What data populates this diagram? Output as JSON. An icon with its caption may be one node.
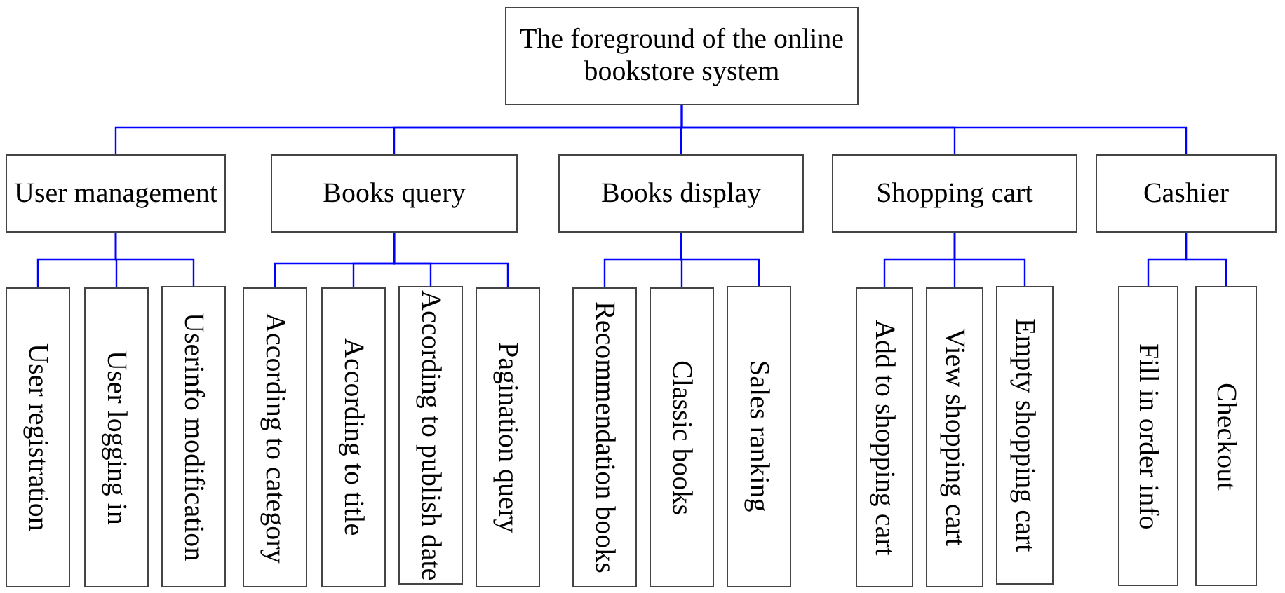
{
  "diagram": {
    "nodes": [
      {
        "text": [
          "The foreground of the online bookstore system"
        ]
      },
      {
        "text": [
          "User management"
        ]
      },
      {
        "text": [
          "Books query"
        ]
      },
      {
        "text": [
          "Books display"
        ]
      },
      {
        "text": [
          "Shopping cart"
        ]
      },
      {
        "text": [
          "Cashier"
        ]
      },
      {
        "text": [
          "User registration"
        ]
      },
      {
        "text": [
          "User logging in"
        ]
      },
      {
        "text": [
          "Userinfo modification"
        ]
      },
      {
        "text": [
          "According to category"
        ]
      },
      {
        "text": [
          "According to title"
        ]
      },
      {
        "text": [
          "According to publish date"
        ]
      },
      {
        "text": [
          "Pagination query"
        ]
      },
      {
        "text": [
          "Recommendation books"
        ]
      },
      {
        "text": [
          "Classic books"
        ]
      },
      {
        "text": [
          "Sales ranking"
        ]
      },
      {
        "text": [
          "Add to shopping cart"
        ]
      },
      {
        "text": [
          "View shopping cart"
        ]
      },
      {
        "text": [
          "Empty shopping cart"
        ]
      },
      {
        "text": [
          "Fill in order info"
        ]
      },
      {
        "text": [
          "Checkout"
        ]
      }
    ],
    "edges": [
      {
        "from": 0,
        "to": 1,
        "arrow": "none"
      },
      {
        "from": 0,
        "to": 2,
        "arrow": "none"
      },
      {
        "from": 0,
        "to": 3,
        "arrow": "none"
      },
      {
        "from": 0,
        "to": 4,
        "arrow": "none"
      },
      {
        "from": 0,
        "to": 5,
        "arrow": "none"
      },
      {
        "from": 1,
        "to": 6,
        "arrow": "none"
      },
      {
        "from": 1,
        "to": 7,
        "arrow": "none"
      },
      {
        "from": 1,
        "to": 8,
        "arrow": "none"
      },
      {
        "from": 2,
        "to": 9,
        "arrow": "none"
      },
      {
        "from": 2,
        "to": 10,
        "arrow": "none"
      },
      {
        "from": 2,
        "to": 11,
        "arrow": "none"
      },
      {
        "from": 2,
        "to": 12,
        "arrow": "none"
      },
      {
        "from": 3,
        "to": 13,
        "arrow": "none"
      },
      {
        "from": 3,
        "to": 14,
        "arrow": "none"
      },
      {
        "from": 3,
        "to": 15,
        "arrow": "none"
      },
      {
        "from": 4,
        "to": 16,
        "arrow": "none"
      },
      {
        "from": 4,
        "to": 17,
        "arrow": "none"
      },
      {
        "from": 4,
        "to": 18,
        "arrow": "none"
      },
      {
        "from": 5,
        "to": 19,
        "arrow": "none"
      },
      {
        "from": 5,
        "to": 20,
        "arrow": "none"
      }
    ]
  }
}
